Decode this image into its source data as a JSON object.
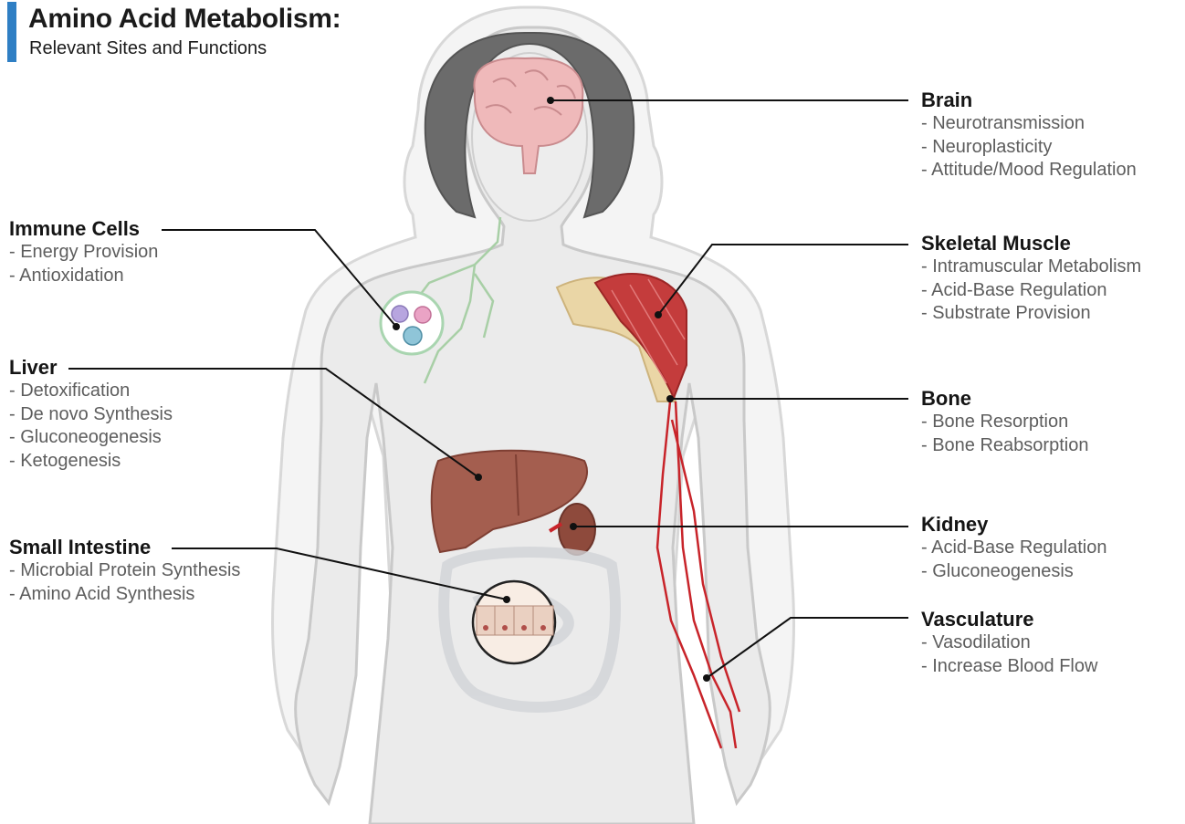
{
  "title": "Amino Acid Metabolism:",
  "subtitle": "Relevant Sites and Functions",
  "colors": {
    "accent": "#2f7fc4",
    "body_fill": "#eeeeee",
    "body_outline": "#cfcfcf",
    "hair": "#6b6b6b",
    "brain": "#efb9ba",
    "immune_ring": "#a9d5b0",
    "liver": "#a45e4f",
    "muscle": "#c43c3c",
    "bone": "#ead6a6",
    "kidney": "#8e4a3c",
    "vessel": "#c8242a",
    "lymph": "#a8cfa6",
    "leader_line": "#111111"
  },
  "labels": {
    "brain": {
      "heading": "Brain",
      "items": [
        "- Neurotransmission",
        "- Neuroplasticity",
        "- Attitude/Mood Regulation"
      ]
    },
    "skeletal_muscle": {
      "heading": "Skeletal Muscle",
      "items": [
        "- Intramuscular Metabolism",
        "- Acid-Base Regulation",
        "- Substrate Provision"
      ]
    },
    "bone": {
      "heading": "Bone",
      "items": [
        "- Bone Resorption",
        "- Bone Reabsorption"
      ]
    },
    "kidney": {
      "heading": "Kidney",
      "items": [
        "- Acid-Base Regulation",
        "- Gluconeogenesis"
      ]
    },
    "vasculature": {
      "heading": "Vasculature",
      "items": [
        "- Vasodilation",
        "- Increase Blood Flow"
      ]
    },
    "immune_cells": {
      "heading": "Immune Cells",
      "items": [
        "- Energy Provision",
        "- Antioxidation"
      ]
    },
    "liver": {
      "heading": "Liver",
      "items": [
        "- Detoxification",
        "- De novo Synthesis",
        "- Gluconeogenesis",
        "- Ketogenesis"
      ]
    },
    "small_intestine": {
      "heading": "Small Intestine",
      "items": [
        "- Microbial Protein Synthesis",
        "- Amino Acid Synthesis"
      ]
    }
  }
}
